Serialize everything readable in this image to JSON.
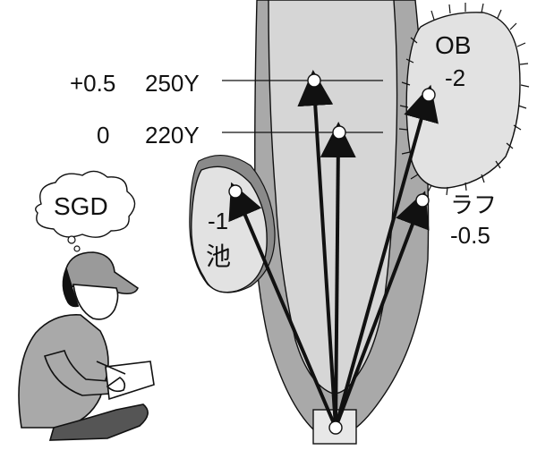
{
  "distance_markers": [
    {
      "adjustment": "+0.5",
      "distance": "250Y"
    },
    {
      "adjustment": "0",
      "distance": "220Y"
    }
  ],
  "hazards": {
    "water": {
      "value": "-1",
      "name": "池"
    },
    "ob": {
      "name": "OB",
      "value": "-2"
    },
    "rough": {
      "name": "ラフ",
      "value": "-0.5"
    }
  },
  "thought_bubble": {
    "text": "SGD"
  },
  "colors": {
    "rough": "#a9a9a9",
    "fairway": "#d6d6d6",
    "hazard_fill": "#e2e2e2",
    "water_shadow": "#8a8a8a",
    "line": "#111111"
  }
}
